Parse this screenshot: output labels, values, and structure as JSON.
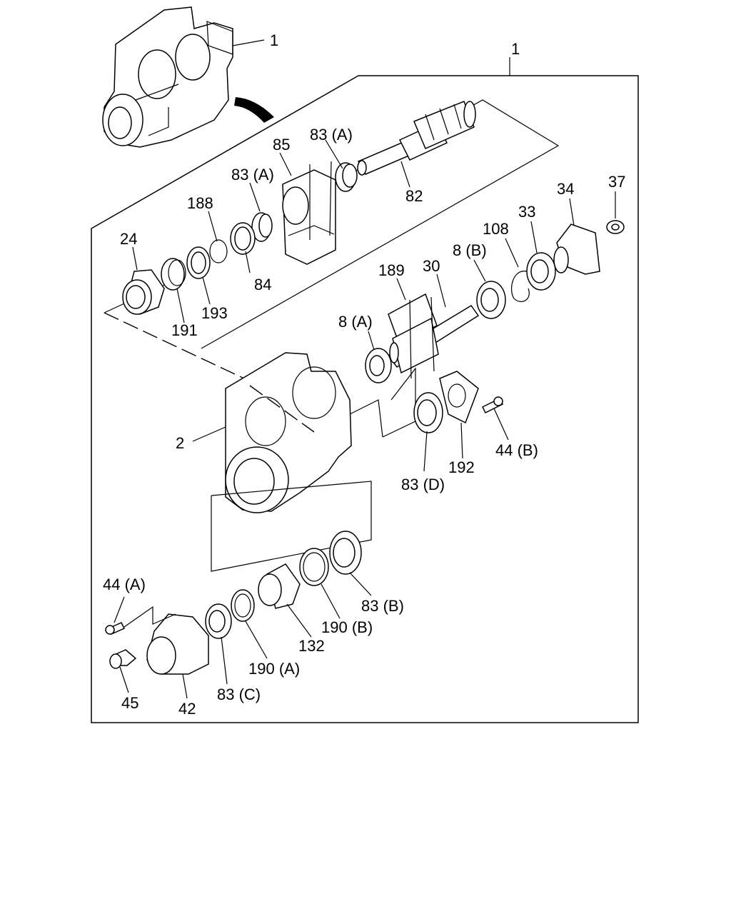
{
  "diagram": {
    "labels": {
      "l1_top": "1",
      "l1_frame": "1",
      "l2": "2",
      "l8a": "8 (A)",
      "l8b": "8 (B)",
      "l24": "24",
      "l30": "30",
      "l33": "33",
      "l34": "34",
      "l37": "37",
      "l42": "42",
      "l44a": "44 (A)",
      "l44b": "44 (B)",
      "l45": "45",
      "l82": "82",
      "l83a_1": "83 (A)",
      "l83a_2": "83 (A)",
      "l83b": "83 (B)",
      "l83c": "83 (C)",
      "l83d": "83 (D)",
      "l84": "84",
      "l85": "85",
      "l108": "108",
      "l132": "132",
      "l188": "188",
      "l189": "189",
      "l190a": "190 (A)",
      "l190b": "190 (B)",
      "l191": "191",
      "l192": "192",
      "l193": "193"
    }
  }
}
